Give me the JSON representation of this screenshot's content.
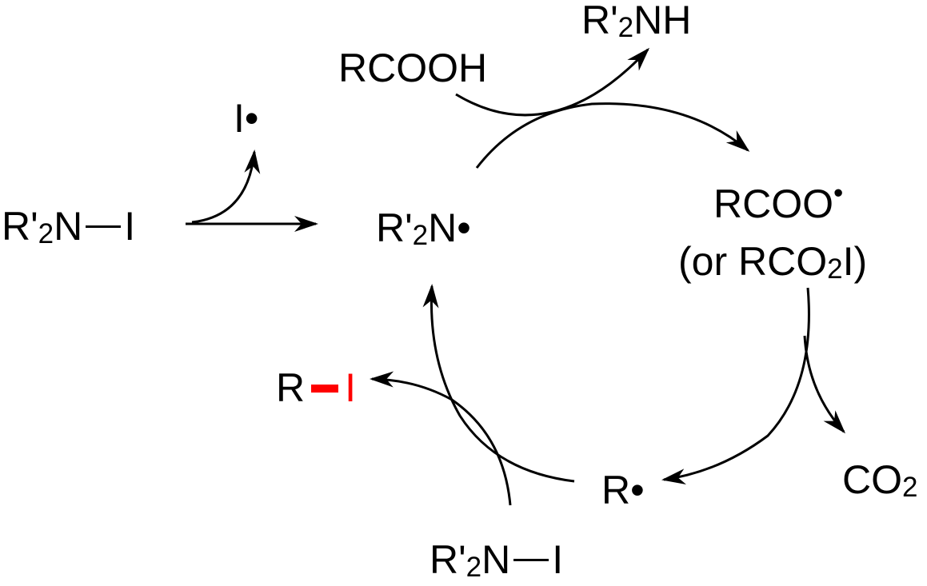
{
  "scheme": {
    "reagent_left": {
      "prefix": "R'",
      "sub": "2",
      "atom": "N",
      "partner": "I"
    },
    "iodine_radical": {
      "text": "I",
      "dot": "•"
    },
    "rcooh": {
      "text": "RCOOH"
    },
    "amine": {
      "prefix": "R'",
      "sub": "2",
      "rest": "NH"
    },
    "aminyl_radical": {
      "prefix": "R'",
      "sub": "2",
      "atom": "N",
      "dot": "•"
    },
    "carboxyl_radical": {
      "text": "RCOO",
      "dot": "•"
    },
    "acyl_hypoiodite": {
      "open": "(or RCO",
      "sub": "2",
      "close": "I)"
    },
    "alkyl_radical": {
      "text": "R",
      "dot": "•"
    },
    "co2": {
      "text": "CO",
      "sub": "2"
    },
    "product": {
      "r": "R",
      "i": "I"
    },
    "reagent_bottom": {
      "prefix": "R'",
      "sub": "2",
      "atom": "N",
      "partner": "I"
    }
  },
  "colors": {
    "ink": "#000000",
    "highlight": "#ff0000"
  }
}
